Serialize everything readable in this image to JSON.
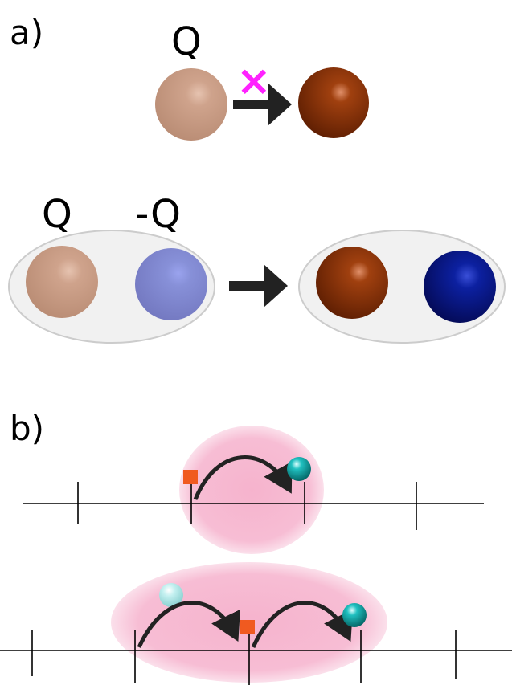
{
  "panel_a": {
    "label": "a)",
    "top": {
      "charge_label": "Q",
      "forbidden_mark": "×"
    },
    "bottom": {
      "charge_label_left": "Q",
      "charge_label_right": "-Q"
    }
  },
  "panel_b": {
    "label": "b)"
  },
  "colors": {
    "light_brown": "#c9a08a",
    "dark_brown": "#8a2e05",
    "light_blue": "#8790d8",
    "dark_blue": "#0a1a8a",
    "teal": "#10a8a8",
    "light_teal": "#a8e8e8",
    "orange_square": "#f05a20",
    "pink_cloud": "#f6b6cf",
    "magenta_cross": "#ff22ff",
    "ellipse_fill": "#f0f0f0",
    "ellipse_stroke": "#cccccc",
    "arrow": "#222222"
  },
  "icons": {
    "sphere": "sphere-icon",
    "arrow": "arrow-right-icon",
    "cross": "cross-icon",
    "square": "square-icon",
    "curved_arrow": "curved-arrow-icon"
  }
}
